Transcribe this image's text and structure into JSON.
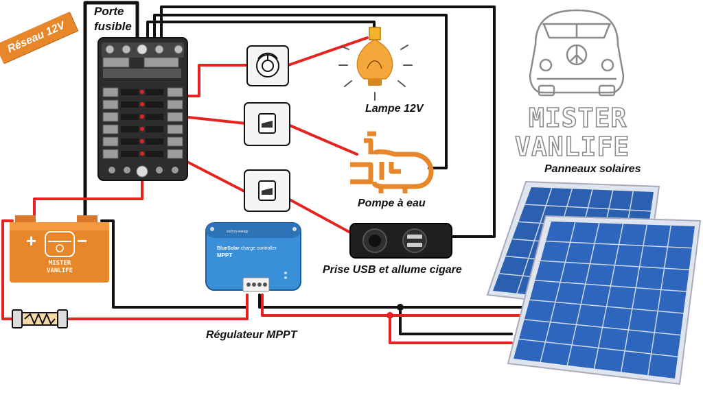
{
  "badge": "Réseau 12V",
  "labels": {
    "fuse_box": "Porte\nfusible",
    "fuse_box_line1": "Porte",
    "fuse_box_line2": "fusible",
    "lamp": "Lampe 12V",
    "pump": "Pompe à eau",
    "usb": "Prise USB et allume cigare",
    "mppt": "Régulateur MPPT",
    "solar": "Panneaux solaires"
  },
  "brand": {
    "line1": "MISTER",
    "line2": "VANLIFE"
  },
  "battery": {
    "plus": "+",
    "minus": "−",
    "text1": "MISTER",
    "text2": "VANLIFE"
  },
  "mppt_device": {
    "brand": "victron energy",
    "model_prefix": "BlueSolar",
    "model_suffix": " charge controller",
    "line2": "MPPT"
  },
  "colors": {
    "positive_wire": "#e52421",
    "negative_wire": "#111111",
    "accent_orange": "#e8872a",
    "mppt_blue": "#3a8fd9",
    "panel_blue": "#2b5fb0"
  }
}
